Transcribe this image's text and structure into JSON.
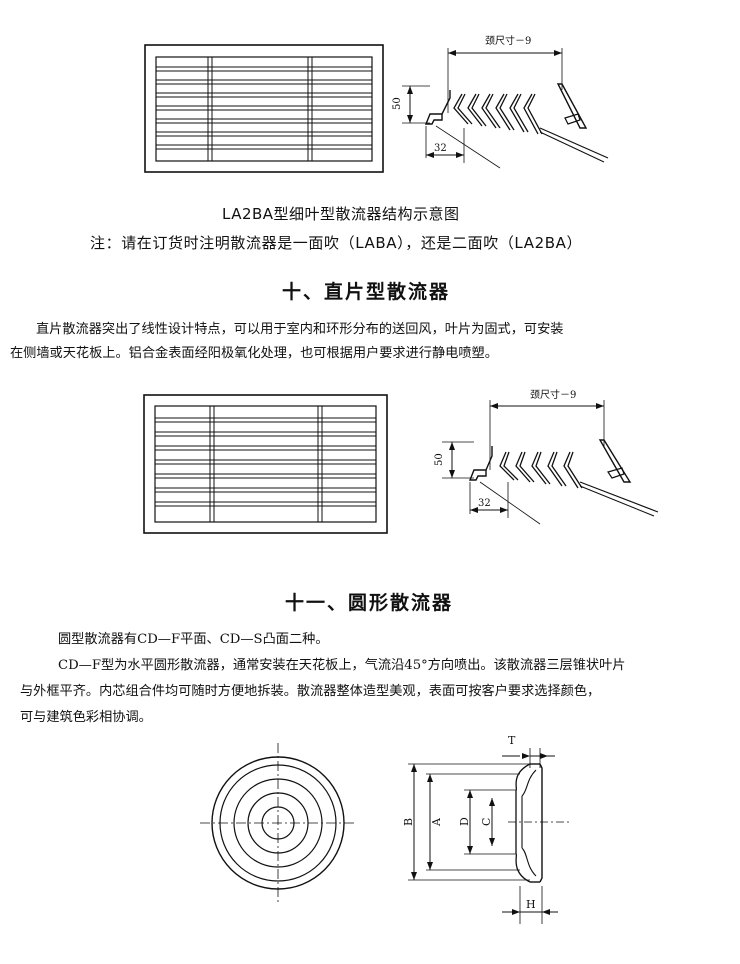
{
  "figure1": {
    "caption": "LA2BA型细叶型散流器结构示意图",
    "dim_top": "颈尺寸－9",
    "dim_height": "50",
    "dim_bottom": "32"
  },
  "note": "注：请在订货时注明散流器是一面吹（LABA），还是二面吹（LA2BA）",
  "section10": {
    "heading": "十、直片型散流器",
    "para_line1": "直片散流器突出了线性设计特点，可以用于室内和环形分布的送回风，叶片为固式，可安装",
    "para_line2": "在侧墙或天花板上。铝合金表面经阳极氧化处理，也可根据用户要求进行静电喷塑。"
  },
  "figure2": {
    "dim_top": "颈尺寸－9",
    "dim_height": "50",
    "dim_bottom": "32"
  },
  "section11": {
    "heading": "十一、圆形散流器",
    "para1": "圆型散流器有CD—F平面、CD—S凸面二种。",
    "para2_line1": "CD—F型为水平圆形散流器，通常安装在天花板上，气流沿45°方向喷出。该散流器三层锥状叶片",
    "para2_line2": "与外框平齐。内芯组合件均可随时方便地拆装。散流器整体造型美观，表面可按客户要求选择颜色，",
    "para2_line3": "可与建筑色彩相协调。"
  },
  "figure3": {
    "label_T": "T",
    "label_B": "B",
    "label_A": "A",
    "label_D": "D",
    "label_C": "C",
    "label_H": "H"
  }
}
